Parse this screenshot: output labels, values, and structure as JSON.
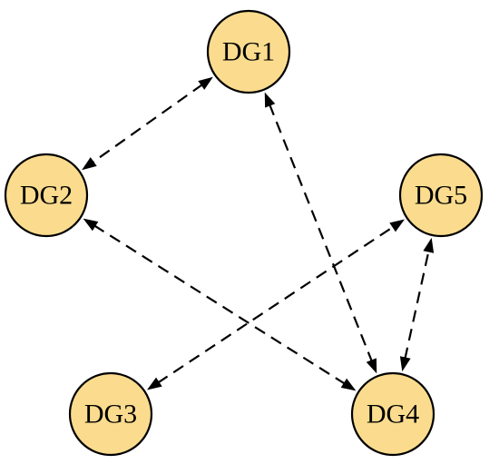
{
  "nodes": [
    {
      "id": "dg1",
      "label": "DG1"
    },
    {
      "id": "dg2",
      "label": "DG2"
    },
    {
      "id": "dg3",
      "label": "DG3"
    },
    {
      "id": "dg4",
      "label": "DG4"
    },
    {
      "id": "dg5",
      "label": "DG5"
    }
  ],
  "edges": [
    {
      "from": "dg1",
      "to": "dg2",
      "style": "dashed",
      "direction": "bidirectional"
    },
    {
      "from": "dg1",
      "to": "dg4",
      "style": "dashed",
      "direction": "bidirectional"
    },
    {
      "from": "dg2",
      "to": "dg4",
      "style": "dashed",
      "direction": "bidirectional"
    },
    {
      "from": "dg3",
      "to": "dg5",
      "style": "dashed",
      "direction": "bidirectional"
    },
    {
      "from": "dg4",
      "to": "dg5",
      "style": "dashed",
      "direction": "bidirectional"
    }
  ],
  "colors": {
    "node_fill": "#fbdc8e",
    "node_stroke": "#000000",
    "edge": "#000000"
  }
}
